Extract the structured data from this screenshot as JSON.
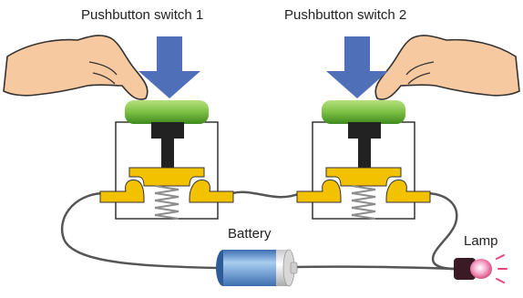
{
  "labels": {
    "switch1": "Pushbutton switch 1",
    "switch2": "Pushbutton switch 2",
    "battery": "Battery",
    "lamp": "Lamp"
  },
  "colors": {
    "arrow": "#4f6fb8",
    "button_cap": "#7cc043",
    "plunger": "#2a2a2a",
    "contact": "#f2c200",
    "spring": "#9a9a9a",
    "wire": "#555555",
    "battery_body": "#7aa8d8",
    "lamp_glow": "#e0457b",
    "skin": "#f6c9a0"
  },
  "icons": [
    "hand-icon",
    "down-arrow-icon",
    "pushbutton-icon",
    "spring-icon",
    "battery-icon",
    "lamp-icon"
  ]
}
